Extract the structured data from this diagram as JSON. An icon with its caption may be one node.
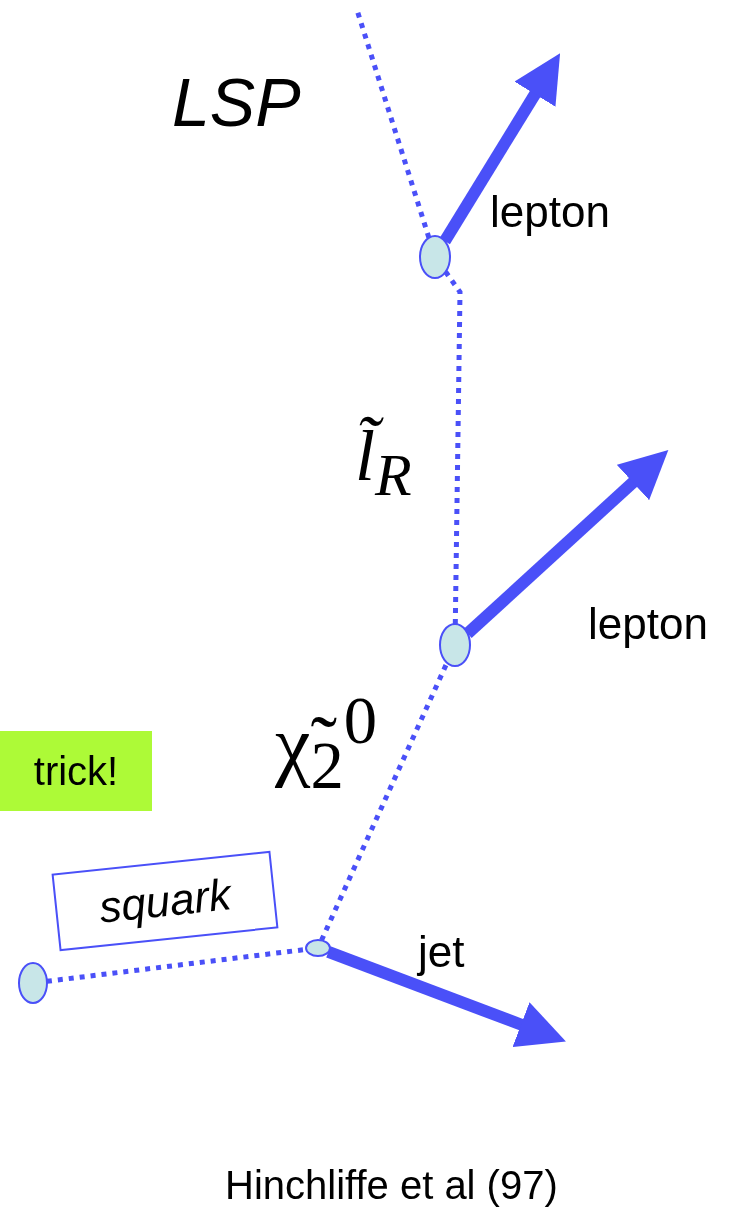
{
  "diagram": {
    "caption": "Hinchliffe et al (97)",
    "nodes": [
      {
        "text": [
          "trick!"
        ]
      },
      {
        "text": [
          "squark"
        ]
      },
      {
        "text": [],
        "shape": "circle"
      },
      {
        "text": [],
        "shape": "circle"
      },
      {
        "text": [],
        "shape": "circle"
      },
      {
        "text": [],
        "shape": "circle"
      }
    ],
    "edges": [
      {
        "from": 2,
        "to": 3,
        "arrow": "none",
        "style": "dashed"
      },
      {
        "from": 3,
        "to": 4,
        "arrow": "none",
        "style": "dashed",
        "label": "χ̃$_{2}$$^{0}$"
      },
      {
        "from": 4,
        "to": 5,
        "arrow": "none",
        "style": "dashed",
        "label": "l̃$_{R}$"
      },
      {
        "from": 5,
        "to": null,
        "arrow": "none",
        "style": "dashed",
        "label": "LSP"
      },
      {
        "from": 3,
        "to": null,
        "arrow": "to",
        "style": "thick",
        "label": "jet"
      },
      {
        "from": 4,
        "to": null,
        "arrow": "to",
        "style": "thick",
        "label": "lepton"
      },
      {
        "from": 5,
        "to": null,
        "arrow": "to",
        "style": "thick",
        "label": "lepton"
      }
    ]
  }
}
